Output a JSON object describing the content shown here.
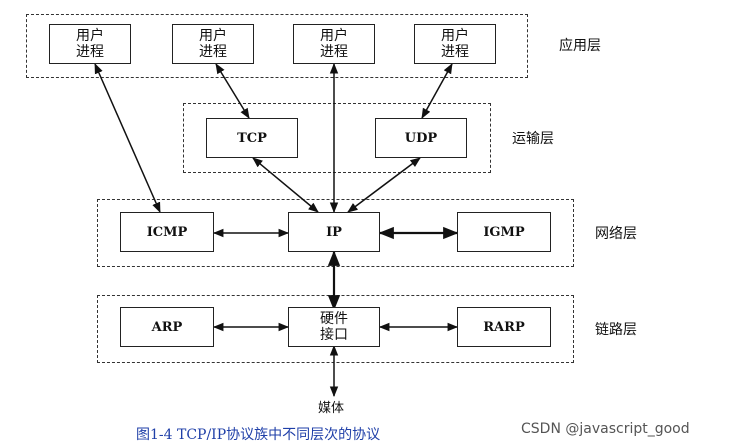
{
  "layers": {
    "application": "应用层",
    "transport": "运输层",
    "network": "网络层",
    "link": "链路层"
  },
  "nodes": {
    "user_process_1": "用户\n进程",
    "user_process_2": "用户\n进程",
    "user_process_3": "用户\n进程",
    "user_process_4": "用户\n进程",
    "tcp": "TCP",
    "udp": "UDP",
    "icmp": "ICMP",
    "ip": "IP",
    "igmp": "IGMP",
    "arp": "ARP",
    "hardware_interface": "硬件\n接口",
    "rarp": "RARP"
  },
  "medium": "媒体",
  "caption": "图1-4   TCP/IP协议族中不同层次的协议",
  "watermark": "CSDN @javascript_good"
}
